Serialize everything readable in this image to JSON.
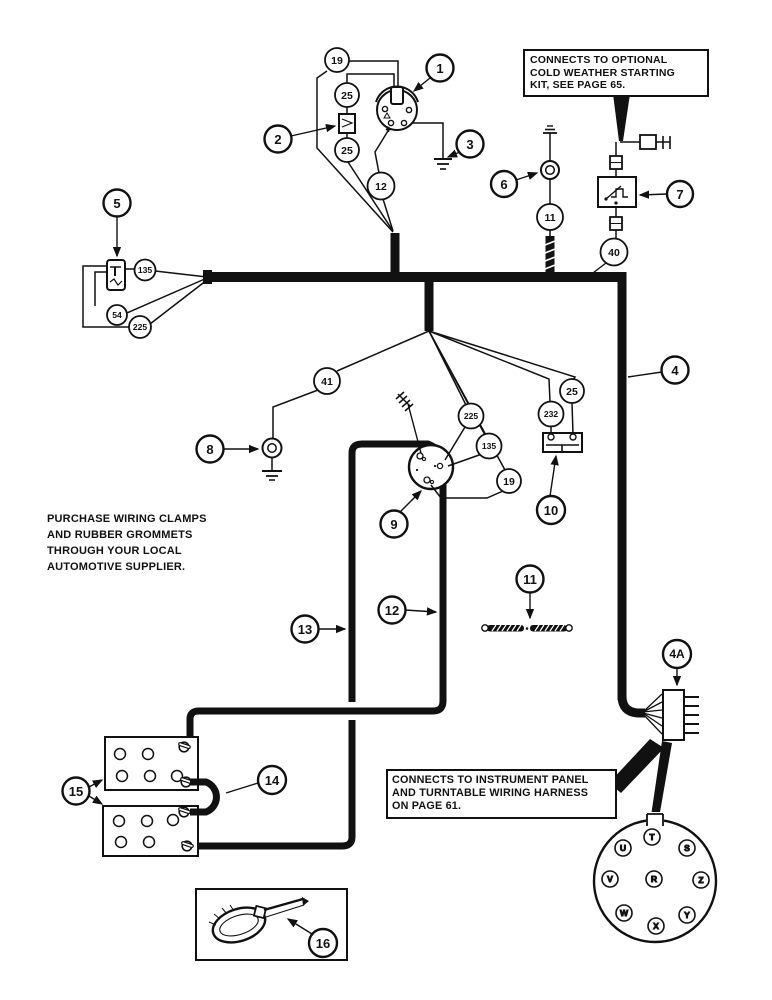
{
  "title": "wiring-harness-diagram",
  "notes": {
    "cold_weather_kit": {
      "lines": [
        "CONNECTS TO OPTIONAL",
        "COLD WEATHER STARTING",
        "KIT, SEE PAGE 65."
      ]
    },
    "purchase_local": {
      "lines": [
        "PURCHASE WIRING CLAMPS",
        "AND RUBBER GROMMETS",
        "THROUGH YOUR LOCAL",
        "AUTOMOTIVE SUPPLIER."
      ]
    },
    "instrument_panel": {
      "lines": [
        "CONNECTS TO INSTRUMENT PANEL",
        "AND TURNTABLE WIRING HARNESS",
        "ON PAGE  61."
      ]
    }
  },
  "callouts": {
    "c1": "1",
    "c2": "2",
    "c3": "3",
    "c4": "4",
    "c4a": "4A",
    "c5": "5",
    "c6": "6",
    "c7": "7",
    "c8": "8",
    "c9": "9",
    "c10": "10",
    "c11": "11",
    "c12": "12",
    "c13": "13",
    "c14": "14",
    "c15": "15",
    "c16": "16"
  },
  "wire_labels": {
    "w19": "19",
    "w25a": "25",
    "w25b": "25",
    "w12": "12",
    "w135a": "135",
    "w54": "54",
    "w225a": "225",
    "w41": "41",
    "w11": "11",
    "w40": "40",
    "w225b": "225",
    "w135b": "135",
    "w19b": "19",
    "w232": "232",
    "w25c": "25"
  },
  "connector_pins": {
    "p_t": "T",
    "p_u": "U",
    "p_s": "S",
    "p_v": "V",
    "p_r": "R",
    "p_z": "Z",
    "p_w": "W",
    "p_y": "Y",
    "p_x": "X"
  },
  "colors": {
    "ink": "#111111",
    "paper": "#ffffff"
  }
}
